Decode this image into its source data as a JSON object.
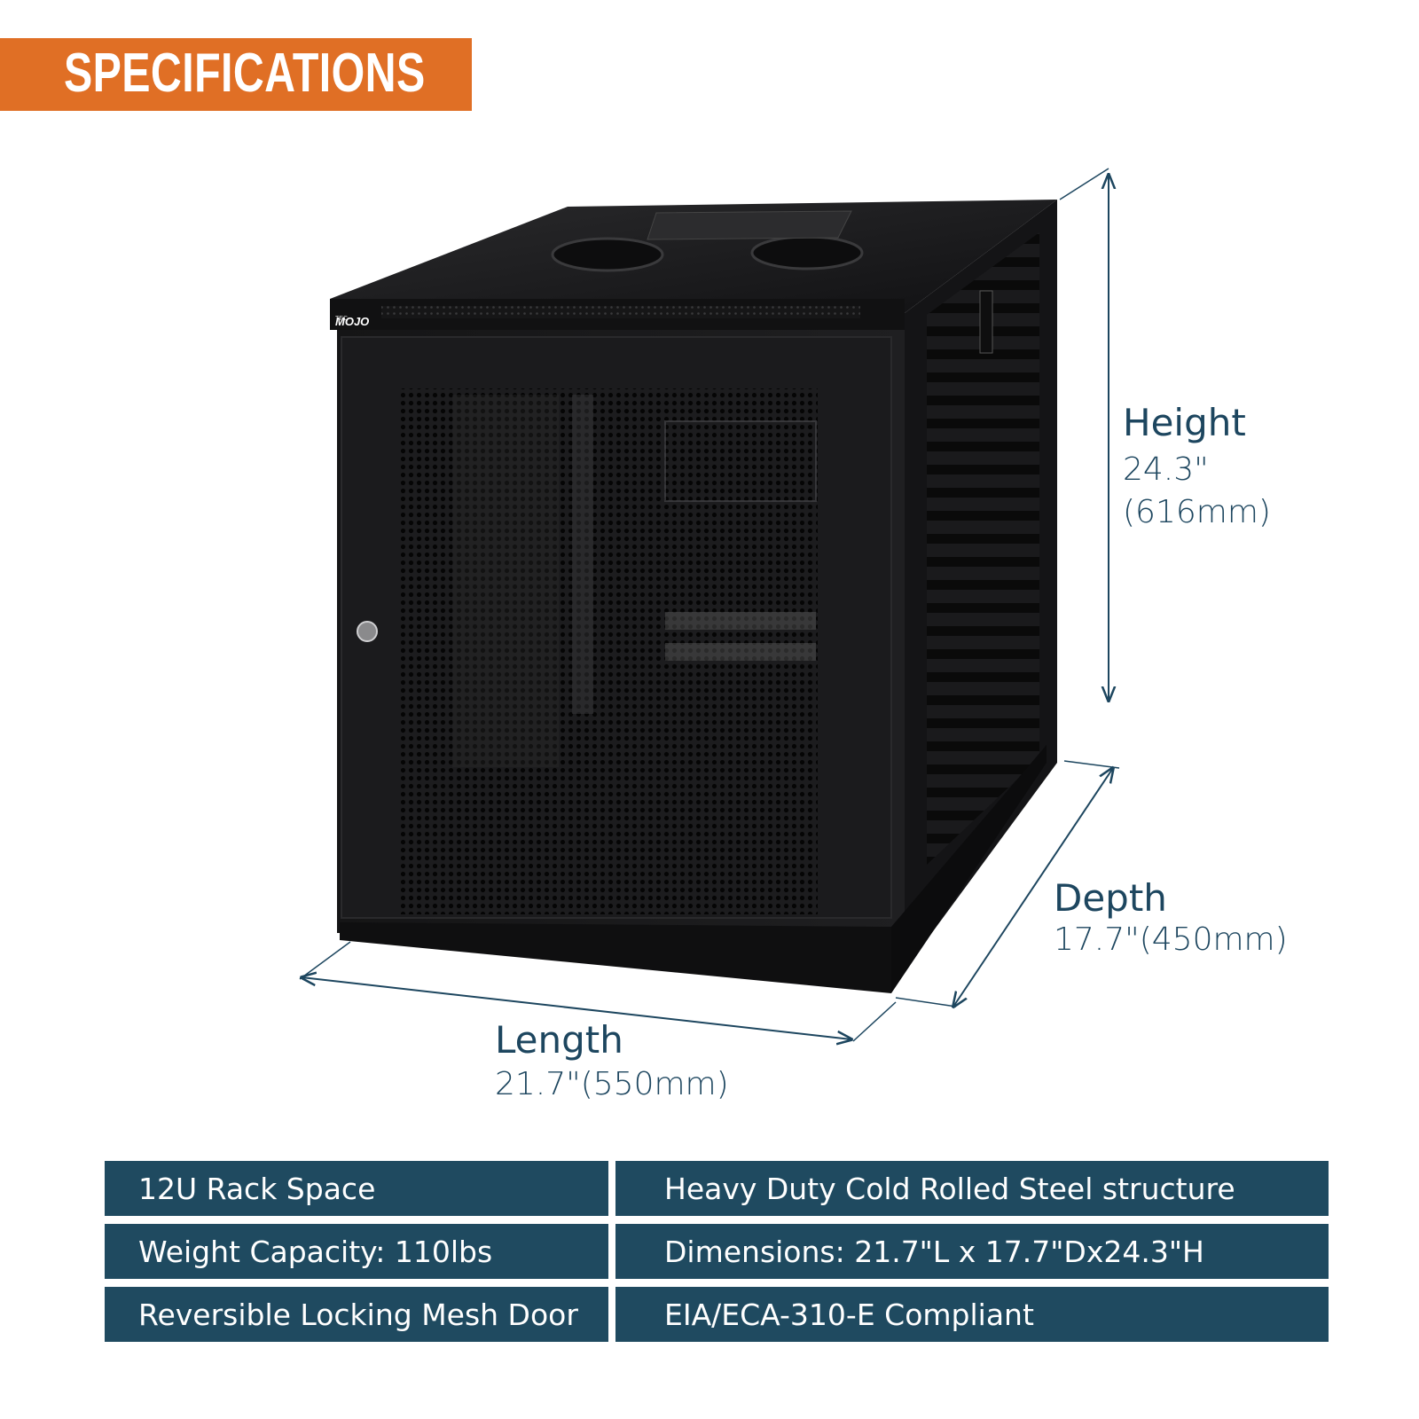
{
  "banner": {
    "title": "SPECIFICATIONS"
  },
  "product": {
    "brand_small": "TEC",
    "brand": "MOJO"
  },
  "dimensions": {
    "height": {
      "label": "Height",
      "inches": "24.3\"",
      "mm": "(616mm)"
    },
    "depth": {
      "label": "Depth",
      "value": "17.7\"(450mm)"
    },
    "length": {
      "label": "Length",
      "value": "21.7\"(550mm)"
    }
  },
  "specs": {
    "rows": [
      {
        "left": "12U Rack Space",
        "right": "Heavy Duty Cold Rolled Steel structure"
      },
      {
        "left": "Weight Capacity: 110lbs",
        "right": "Dimensions: 21.7\"L x 17.7\"Dx24.3\"H"
      },
      {
        "left": "Reversible Locking  Mesh Door",
        "right": "EIA/ECA-310-E Compliant"
      }
    ]
  },
  "colors": {
    "accent": "#e06f25",
    "navy": "#1f4a60",
    "text": "#1d465f"
  }
}
